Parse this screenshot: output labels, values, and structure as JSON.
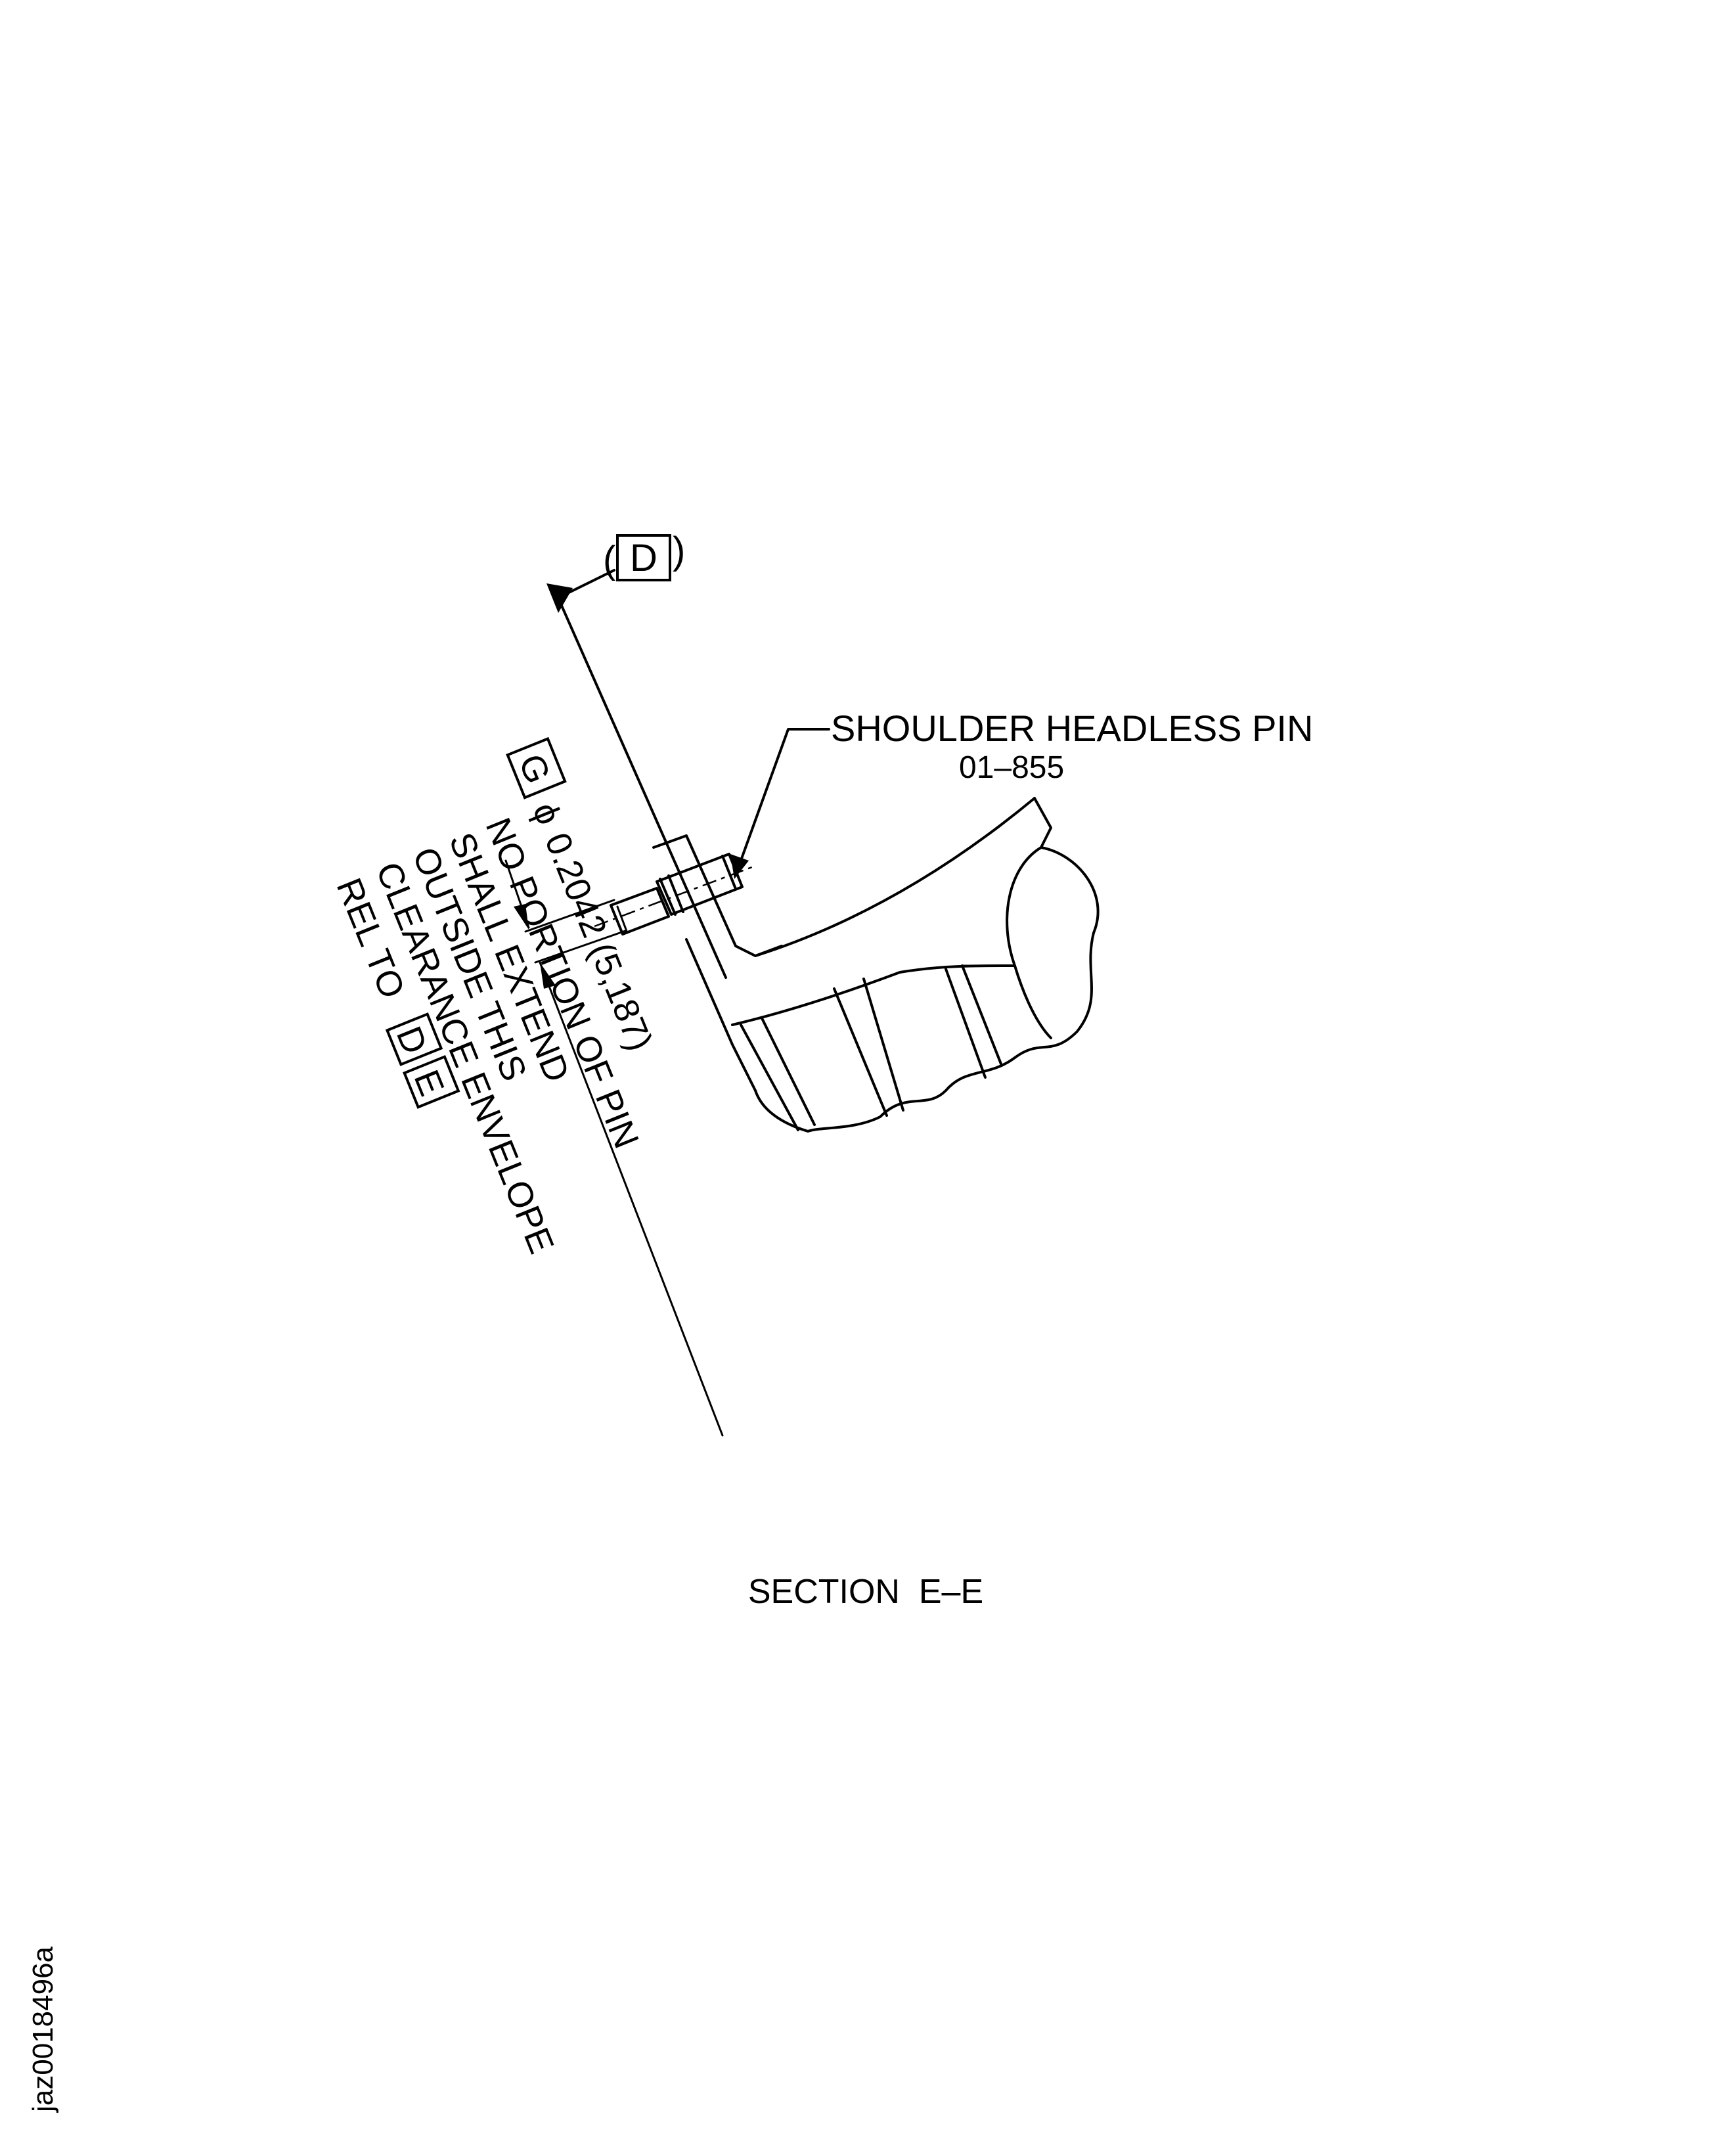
{
  "callout": {
    "part_name": "SHOULDER HEADLESS PIN",
    "part_number": "01–855"
  },
  "datum_reference": {
    "letter": "D"
  },
  "tolerance_note": {
    "datum_symbol": "G",
    "diameter_symbol": "ϕ",
    "dimension": "0.2042 (5,187)",
    "lines": [
      "NO PORTION OF PIN",
      "SHALL EXTEND",
      "OUTSIDE THIS",
      "CLEARANCE ENVELOPE"
    ],
    "rel_to_prefix": "REL TO",
    "rel_to_datums": [
      "D",
      "E"
    ]
  },
  "section_label": "SECTION  E–E",
  "drawing_id": "jaz0018496a"
}
